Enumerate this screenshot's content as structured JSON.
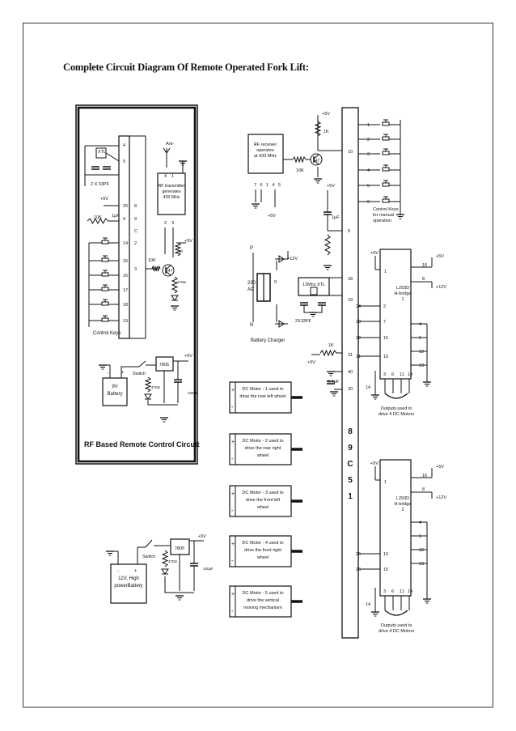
{
  "title": "Complete Circuit Diagram Of Remote Operated Fork Lift:",
  "transmitter": {
    "caption": "RF Based Remote Control Circuit",
    "xtl": "XTL",
    "xtl_caps": "2 X 33PF",
    "plus5v_a": "+5V",
    "r10k_a": "10K",
    "cap_1uf": "1µF",
    "ic_left_pins": [
      "4",
      "5",
      "20",
      "9",
      "14",
      "15",
      "16",
      "17",
      "18",
      "19"
    ],
    "ic_right_pins": [
      "8",
      "9",
      "C",
      "2",
      "3"
    ],
    "control_keys": "Control Keys",
    "antenna": "Ant-",
    "rf_tx_lines": [
      "RF transmitter",
      "generates",
      "433 MHz"
    ],
    "rf_tx_pins": [
      "4",
      "1",
      "2",
      "3"
    ],
    "plus5v_b": "+5V",
    "r_top": "10",
    "r10k_b": "10K",
    "transistor": "547",
    "r470": "470Ω",
    "battery": [
      "9V",
      "Battery"
    ],
    "switch": "Switch",
    "reg": "7805",
    "plus5v_c": "+5V",
    "r470b": "470Ω",
    "cap_100uf": "100µF"
  },
  "receiver": {
    "rf_rx_lines": [
      "RF receiver",
      "operates",
      "at 433 MHz"
    ],
    "rf_rx_pins": [
      "7",
      "6",
      "1",
      "4",
      "5"
    ],
    "plus5v_rx": "+5V",
    "plus5v_top": "+5V",
    "r1k_top": "1K",
    "r10k": "10K",
    "transistor": "547",
    "plus5v_mid": "+5V",
    "cap_1uf": "1µF",
    "mcu_pins_left": [
      "10",
      "9",
      "18",
      "19",
      "31",
      "40",
      "20"
    ],
    "mcu_label": [
      "8",
      "9",
      "C",
      "5",
      "1"
    ],
    "xtl_lines": [
      "12Mhz XTL"
    ],
    "xtl_caps": "2X33PF",
    "charger_p": "P",
    "charger_n": "N",
    "charger_plus12v": "+12V",
    "transformer": [
      "230",
      "AC"
    ],
    "charger_zero": "0",
    "charger_label": "Battery Charger",
    "r1k_b": "1K",
    "plus5v_b": "+5V",
    "cap_01uf": "0.1µF",
    "key_pins": [
      "1",
      "2",
      "3",
      "4",
      "5",
      "6"
    ],
    "control_keys": [
      "Control Keys",
      "for manual",
      "operation"
    ]
  },
  "hbridge1": {
    "lines": [
      "L293D",
      "H-bridge",
      "1"
    ],
    "plus5v_l": "+5V",
    "pin1": "1",
    "plus5v_r": "+5V",
    "pin16": "16",
    "pin8": "8",
    "plus12v": "+12V",
    "left_pins": [
      "2",
      "7",
      "15",
      "10"
    ],
    "right_pins": [
      "4",
      "5",
      "12",
      "13"
    ],
    "mcu_pins": [
      "24",
      "23",
      "22",
      "21"
    ],
    "bottom_pins": [
      "3",
      "6",
      "11",
      "14"
    ],
    "pin14": "14",
    "outputs": [
      "Outputs used to",
      "drive 4 DC Motors"
    ]
  },
  "hbridge2": {
    "lines": [
      "L293D",
      "H-bridge",
      "2"
    ],
    "plus5v_l": "+5V",
    "pin1": "1",
    "plus5v_r": "+5V",
    "pin16": "16",
    "pin8": "8",
    "plus12v": "+12V",
    "left_pins": [
      "10",
      "15"
    ],
    "right_pins": [
      "4",
      "5",
      "12",
      "13"
    ],
    "mcu_pins": [
      "25",
      "26"
    ],
    "bottom_pins": [
      "3",
      "6",
      "11",
      "14"
    ],
    "pin14": "14",
    "outputs": [
      "Outputs used to",
      "drive 4 DC Motors"
    ]
  },
  "motors": [
    [
      "DC Motor - 1 used to",
      "drive the rear left wheel"
    ],
    [
      "DC Motor - 2 used to",
      "drive the rear right",
      "wheel"
    ],
    [
      "DC Motor - 3 used to",
      "drive the front left",
      "wheel"
    ],
    [
      "DC Motor - 4 used to",
      "drive the front right",
      "wheel"
    ],
    [
      "DC Motor - 5 used to",
      "drive the vertical",
      "moving mechanism"
    ]
  ],
  "power": {
    "battery": [
      "12V, High",
      "powerBattery"
    ],
    "switch": "Switch",
    "reg": "7805",
    "plus5v": "+5V",
    "r470": "470Ω",
    "cap_100uf": "100µF"
  }
}
